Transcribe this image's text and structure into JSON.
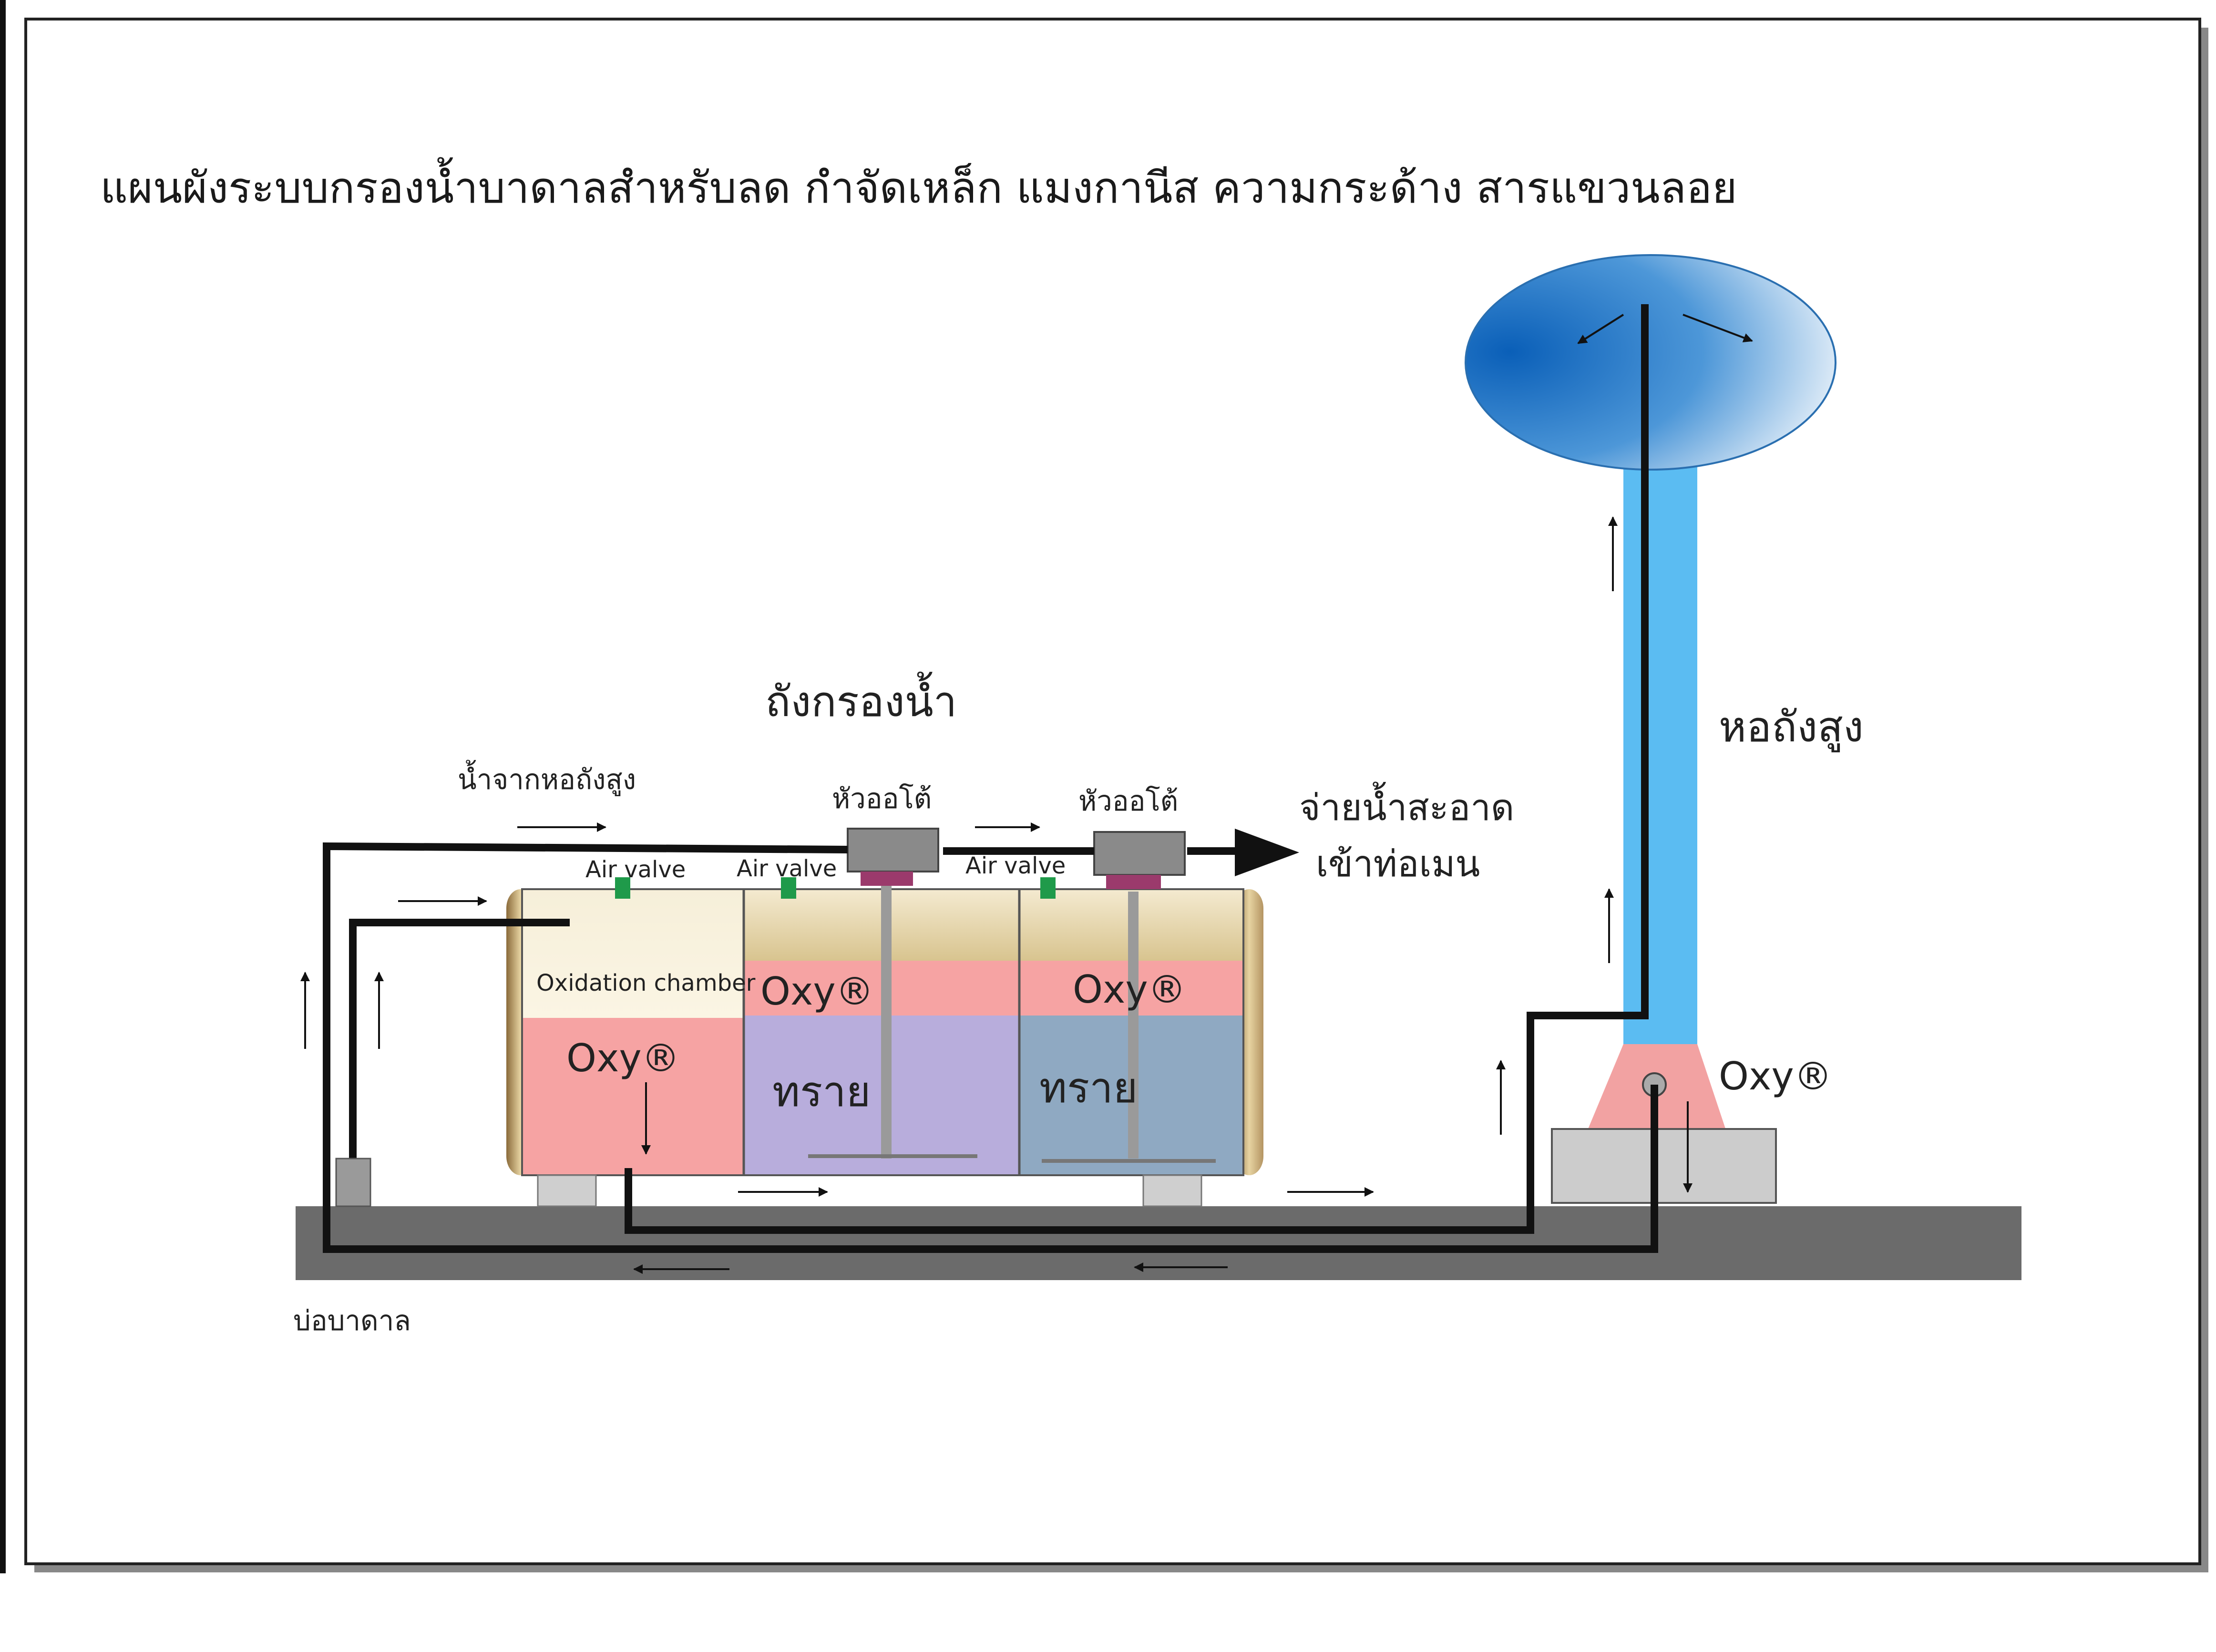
{
  "title": "แผนผังระบบกรองน้ำบาดาลสำหรับลด กำจัดเหล็ก แมงกานีส ความกระด้าง สารแขวนลอย",
  "labels": {
    "filter_tank": "ถังกรองน้ำ",
    "high_tower": "หอถังสูง",
    "water_from_tower": "น้ำจากหอถังสูง",
    "auto_head_1": "หัวออโต้",
    "auto_head_2": "หัวออโต้",
    "supply_line1": "จ่ายน้ำสะอาด",
    "supply_line2": "เข้าท่อเมน",
    "air_valve_1": "Air valve",
    "air_valve_2": "Air valve",
    "air_valve_3": "Air valve",
    "oxidation_chamber": "Oxidation chamber",
    "oxy_1": "Oxy®",
    "oxy_2": "Oxy®",
    "oxy_3": "Oxy®",
    "oxy_tower": "Oxy®",
    "sand_1": "ทราย",
    "sand_2": "ทราย",
    "well": "บ่อบาดาล"
  },
  "colors": {
    "tank_cream": "#efe3bd",
    "tank_tan": "#d9c58f",
    "oxy_pink": "#f6a3a3",
    "sand_purple": "#b8addc",
    "sand_bluegray": "#8fa9c2",
    "tower_blue": "#5bbcf2",
    "tower_base_pink": "#f2a2a2",
    "ground_gray": "#6b6b6b",
    "pipe_black": "#111111",
    "valve_green": "#1f9a4a",
    "auto_head_gray": "#8a8a8a",
    "auto_head_purple": "#9b3a6c"
  }
}
